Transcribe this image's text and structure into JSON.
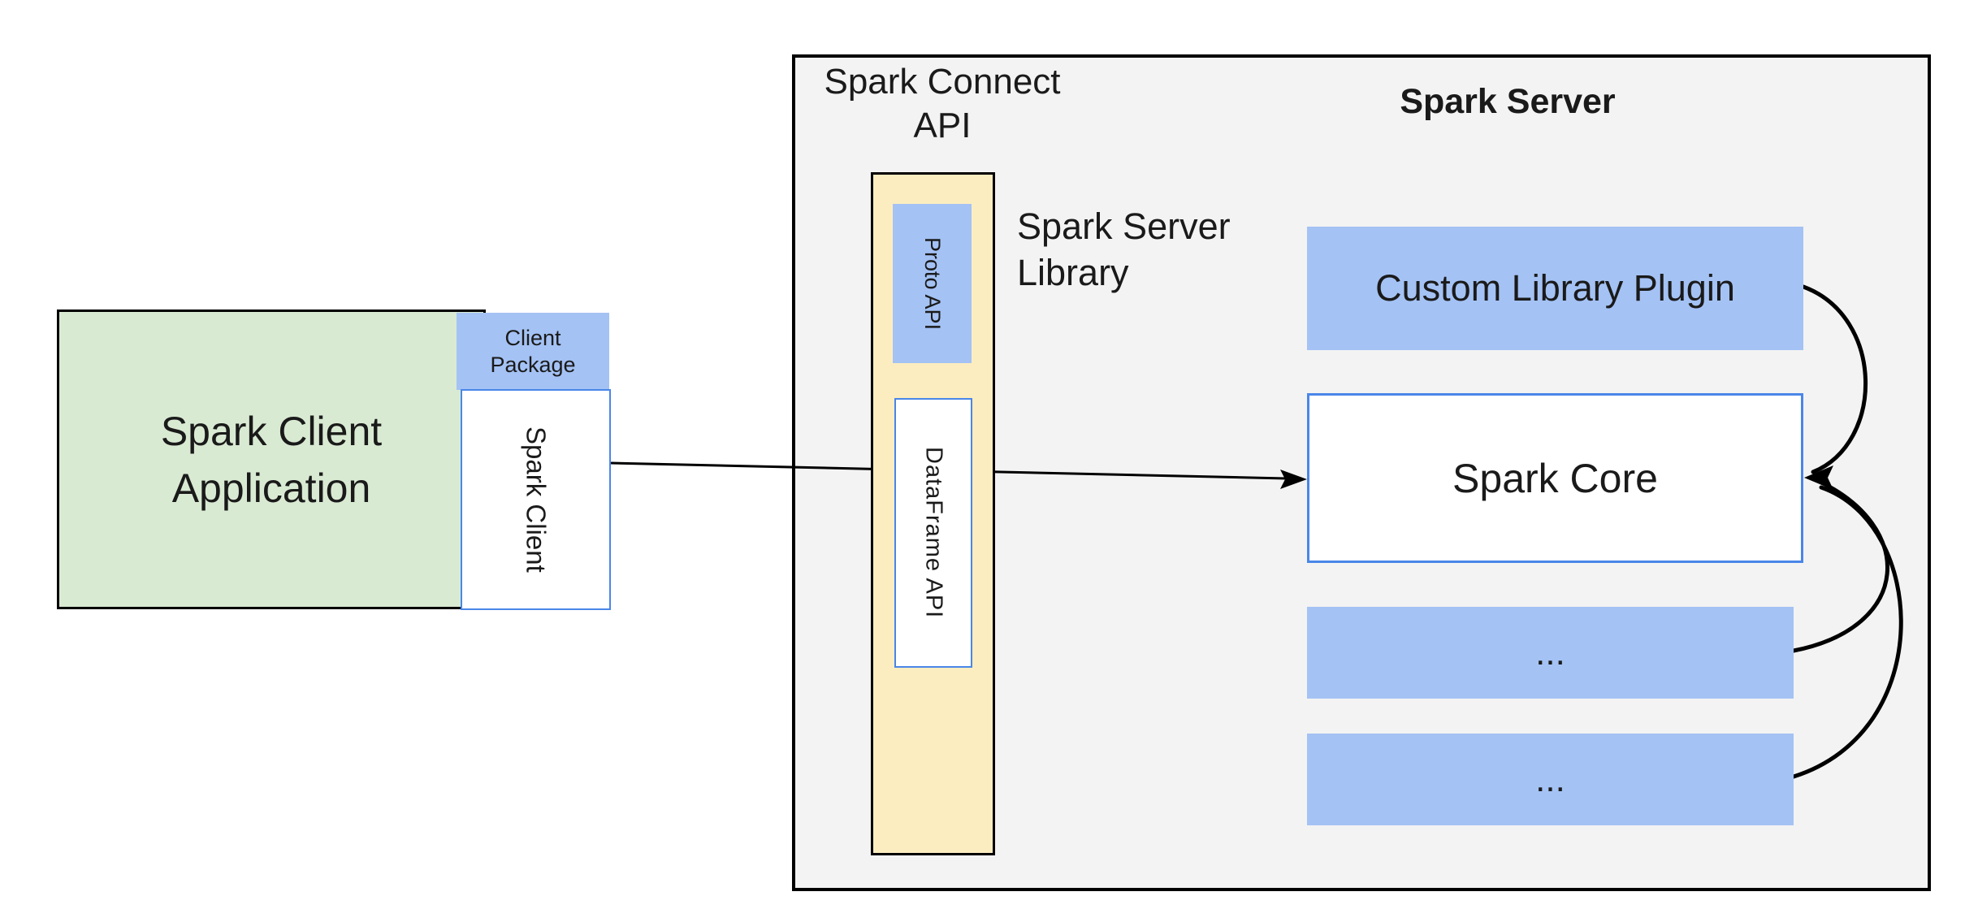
{
  "diagram": {
    "client": {
      "application_label": "Spark Client Application",
      "package_label": "Client Package",
      "spark_client_label": "Spark Client"
    },
    "connect": {
      "api_label": "Spark Connect API",
      "proto_api_label": "Proto API",
      "dataframe_api_label": "DataFrame API",
      "server_library_label": "Spark Server Library"
    },
    "server": {
      "title": "Spark Server",
      "plugin_label": "Custom Library Plugin",
      "core_label": "Spark Core",
      "ellipsis_1": "...",
      "ellipsis_2": "..."
    },
    "colors": {
      "background": "#ffffff",
      "panel_gray": "#f3f3f3",
      "green_fill": "#d9ead3",
      "blue_fill": "#a4c2f4",
      "tan_fill": "#fcedc0",
      "blue_border": "#4a86e8",
      "line_black": "#000000",
      "text_black": "#1a1a1a"
    }
  }
}
